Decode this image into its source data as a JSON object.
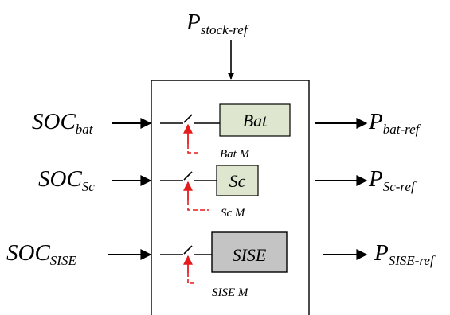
{
  "top_input": {
    "main": "P",
    "sub": "stock-ref"
  },
  "inputs": [
    {
      "main": "SOC",
      "sub": "bat"
    },
    {
      "main": "SOC",
      "sub": "Sc"
    },
    {
      "main": "SOC",
      "sub": "SISE"
    }
  ],
  "outputs": [
    {
      "main": "P",
      "sub": "bat-ref"
    },
    {
      "main": "P",
      "sub": "Sc-ref"
    },
    {
      "main": "P",
      "sub": "SISE-ref"
    }
  ],
  "blocks": [
    {
      "label": "Bat",
      "switch_label": "Bat M",
      "fill": "#dfe6cf"
    },
    {
      "label": "Sc",
      "switch_label": "Sc M",
      "fill": "#dfe6cf"
    },
    {
      "label": "SISE",
      "switch_label": "SISE M",
      "fill": "#c4c4c4"
    }
  ],
  "colors": {
    "line": "#000000",
    "control": "#e51c1c"
  }
}
